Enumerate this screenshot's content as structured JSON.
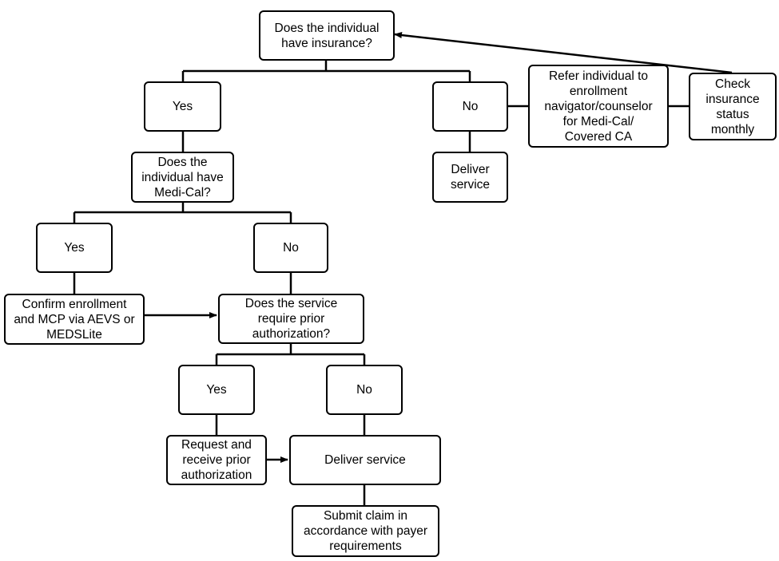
{
  "diagram": {
    "nodes": {
      "q_insurance": [
        "Does the individual",
        "have insurance?"
      ],
      "yes_insurance": [
        "Yes"
      ],
      "no_insurance": [
        "No"
      ],
      "refer_enrollment": [
        "Refer individual to",
        "enrollment",
        "navigator/counselor",
        "for Medi-Cal/",
        "Covered CA"
      ],
      "check_monthly": [
        "Check",
        "insurance",
        "status",
        "monthly"
      ],
      "deliver_service_uninsured": [
        "Deliver",
        "service"
      ],
      "q_medical": [
        "Does the",
        "individual have",
        "Medi-Cal?"
      ],
      "yes_medical": [
        "Yes"
      ],
      "no_medical": [
        "No"
      ],
      "confirm_enrollment": [
        "Confirm enrollment",
        "and MCP via AEVS or",
        "MEDSLite"
      ],
      "q_prior_auth": [
        "Does the service",
        "require prior",
        "authorization?"
      ],
      "yes_prior_auth": [
        "Yes"
      ],
      "no_prior_auth": [
        "No"
      ],
      "request_auth": [
        "Request and",
        "receive prior",
        "authorization"
      ],
      "deliver_service": [
        "Deliver service"
      ],
      "submit_claim": [
        "Submit claim in",
        "accordance with payer",
        "requirements"
      ]
    }
  }
}
